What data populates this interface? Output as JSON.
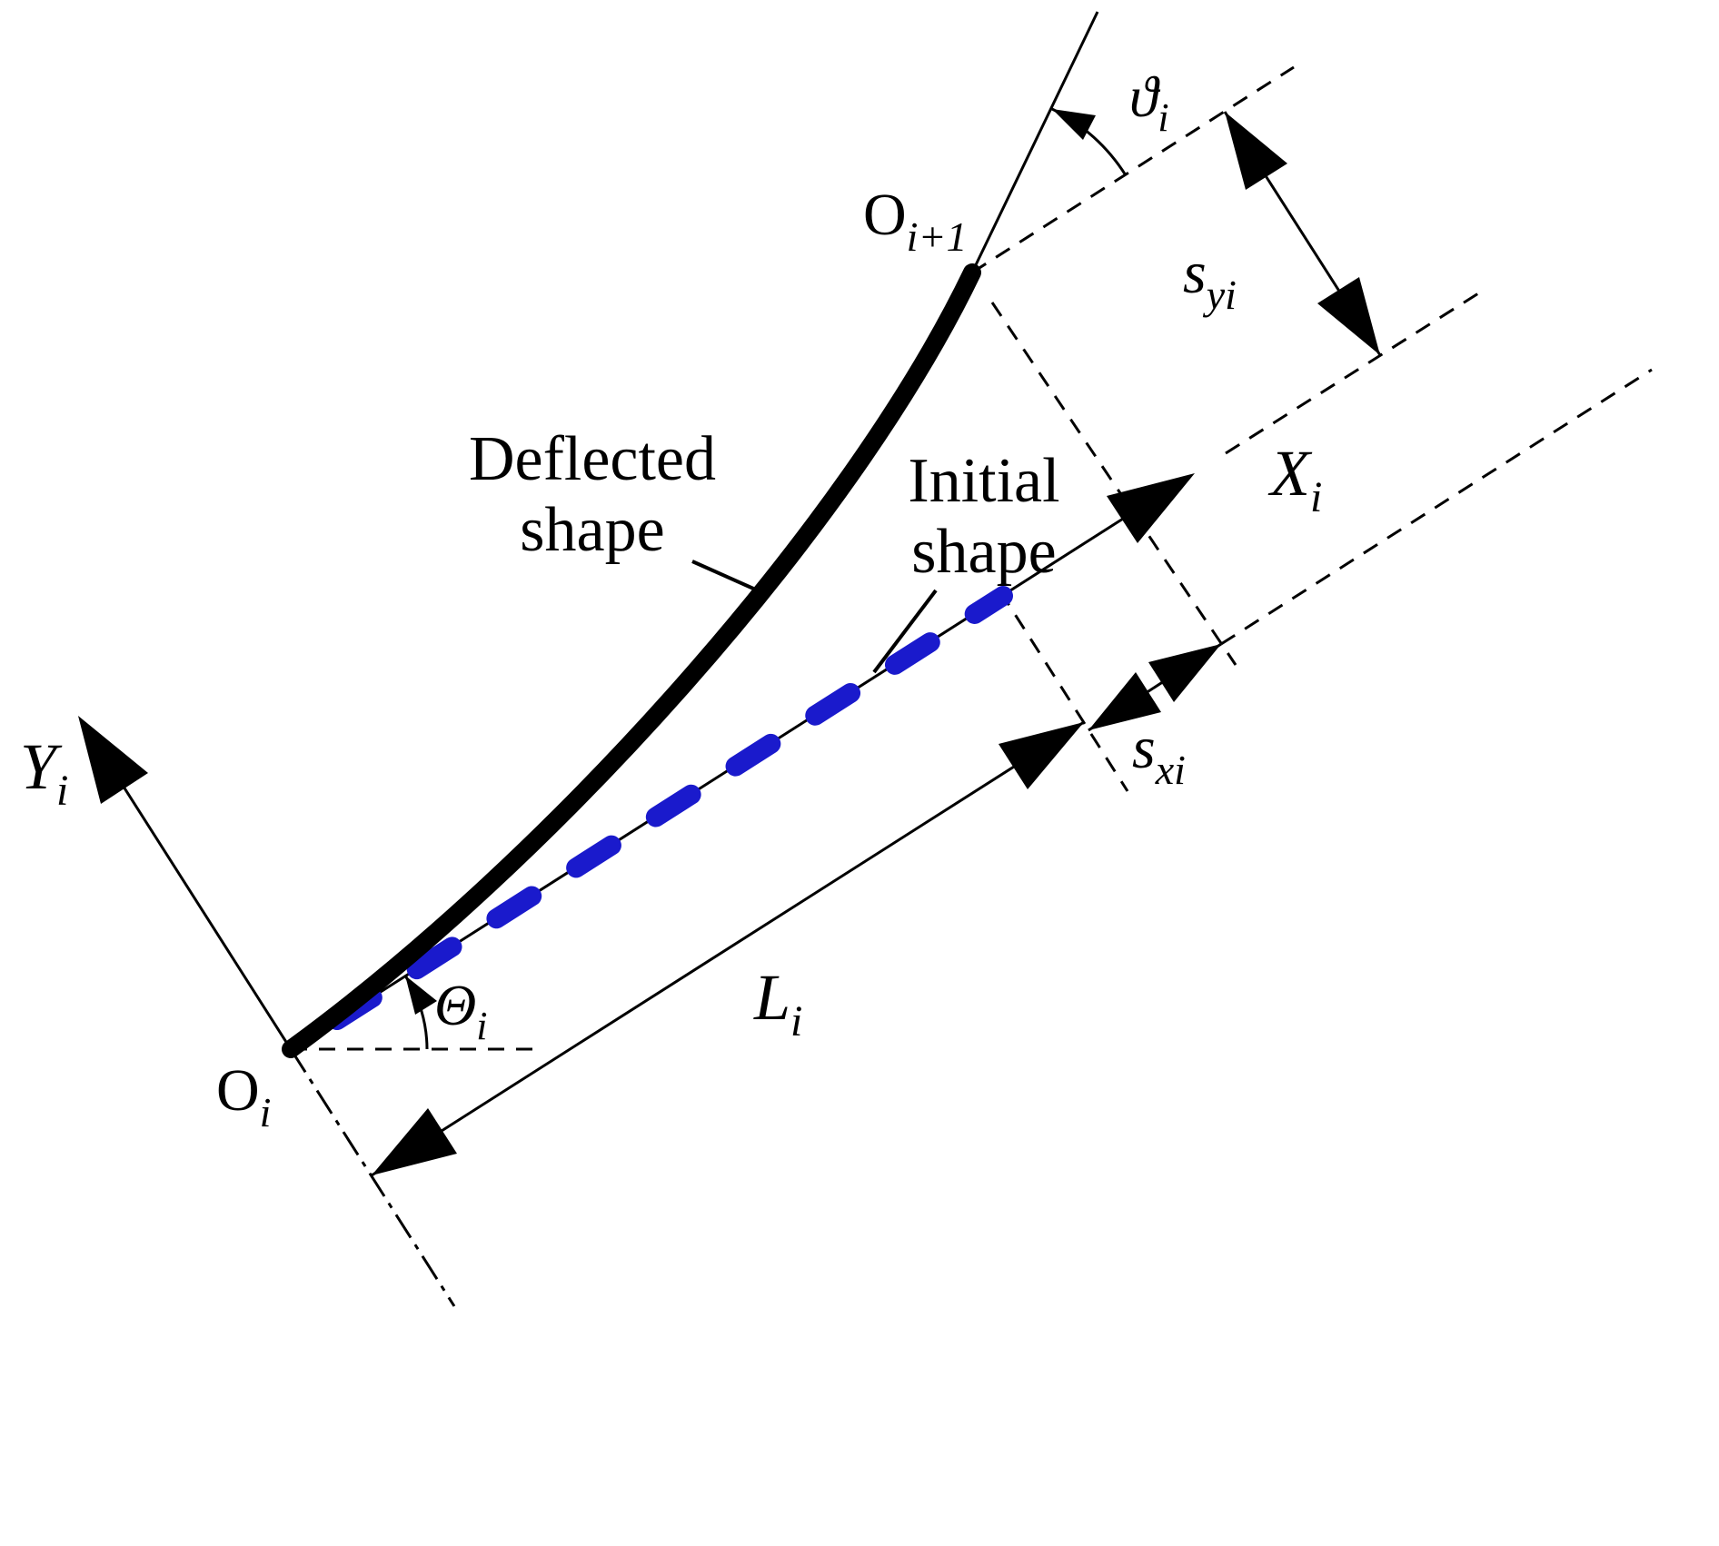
{
  "figure": {
    "type": "beam-deflection-diagram",
    "colors": {
      "deflected_shape": "#000000",
      "initial_shape": "#1a1acc",
      "construction": "#000000"
    },
    "labels": {
      "origin_i": {
        "main": "O",
        "sub": "i"
      },
      "origin_i1": {
        "main": "O",
        "sub": "i+1"
      },
      "x_axis": {
        "main": "X",
        "sub": "i"
      },
      "y_axis": {
        "main": "Y",
        "sub": "i"
      },
      "theta_base": {
        "main": "Θ",
        "sub": "i"
      },
      "theta_tip": {
        "main": "ϑ",
        "sub": "i"
      },
      "s_y": {
        "main": "s",
        "sub": "yi"
      },
      "s_x": {
        "main": "s",
        "sub": "xi"
      },
      "length": {
        "main": "L",
        "sub": "i"
      },
      "deflected_line1": "Deflected",
      "deflected_line2": "shape",
      "initial_line1": "Initial",
      "initial_line2": "shape"
    }
  }
}
